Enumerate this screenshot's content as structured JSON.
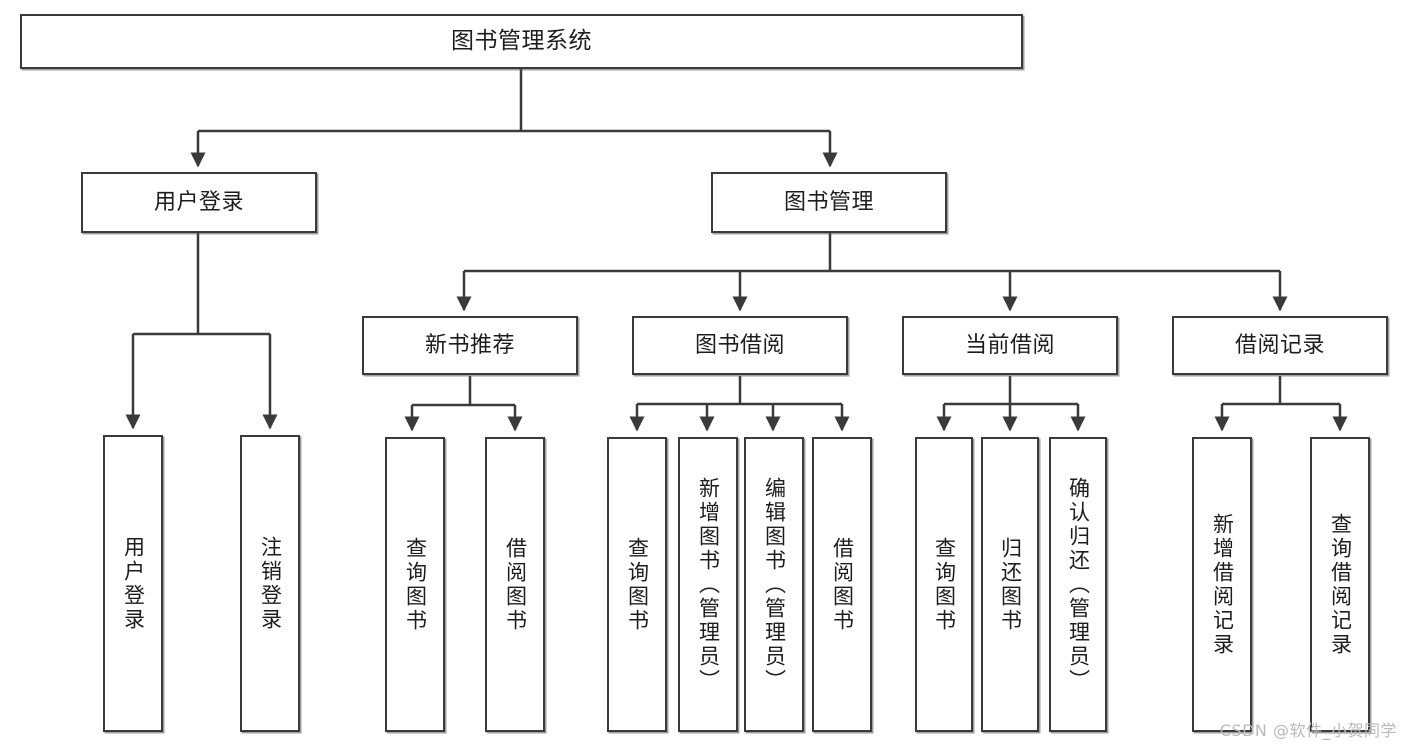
{
  "diagram": {
    "title": "图书管理系统",
    "watermark": "CSDN @软件_小贺同学",
    "colors": {
      "stroke": "#3a3a3a",
      "fill": "#ffffff",
      "text": "#1d1d1d",
      "watermark": "#b9b9b9"
    },
    "root": {
      "label": "图书管理系统"
    },
    "level2": [
      {
        "label": "用户登录"
      },
      {
        "label": "图书管理"
      }
    ],
    "level3": [
      {
        "label": "新书推荐"
      },
      {
        "label": "图书借阅"
      },
      {
        "label": "当前借阅"
      },
      {
        "label": "借阅记录"
      }
    ],
    "leaves": {
      "user_login": [
        {
          "label": "用户登录"
        },
        {
          "label": "注销登录"
        }
      ],
      "new_book": [
        {
          "label": "查询图书"
        },
        {
          "label": "借阅图书"
        }
      ],
      "book_borrow": [
        {
          "label": "查询图书"
        },
        {
          "label": "新增图书（管理员）"
        },
        {
          "label": "编辑图书（管理员）"
        },
        {
          "label": "借阅图书"
        }
      ],
      "current_borrow": [
        {
          "label": "查询图书"
        },
        {
          "label": "归还图书"
        },
        {
          "label": "确认归还（管理员）"
        }
      ],
      "borrow_record": [
        {
          "label": "新增借阅记录"
        },
        {
          "label": "查询借阅记录"
        }
      ]
    }
  }
}
